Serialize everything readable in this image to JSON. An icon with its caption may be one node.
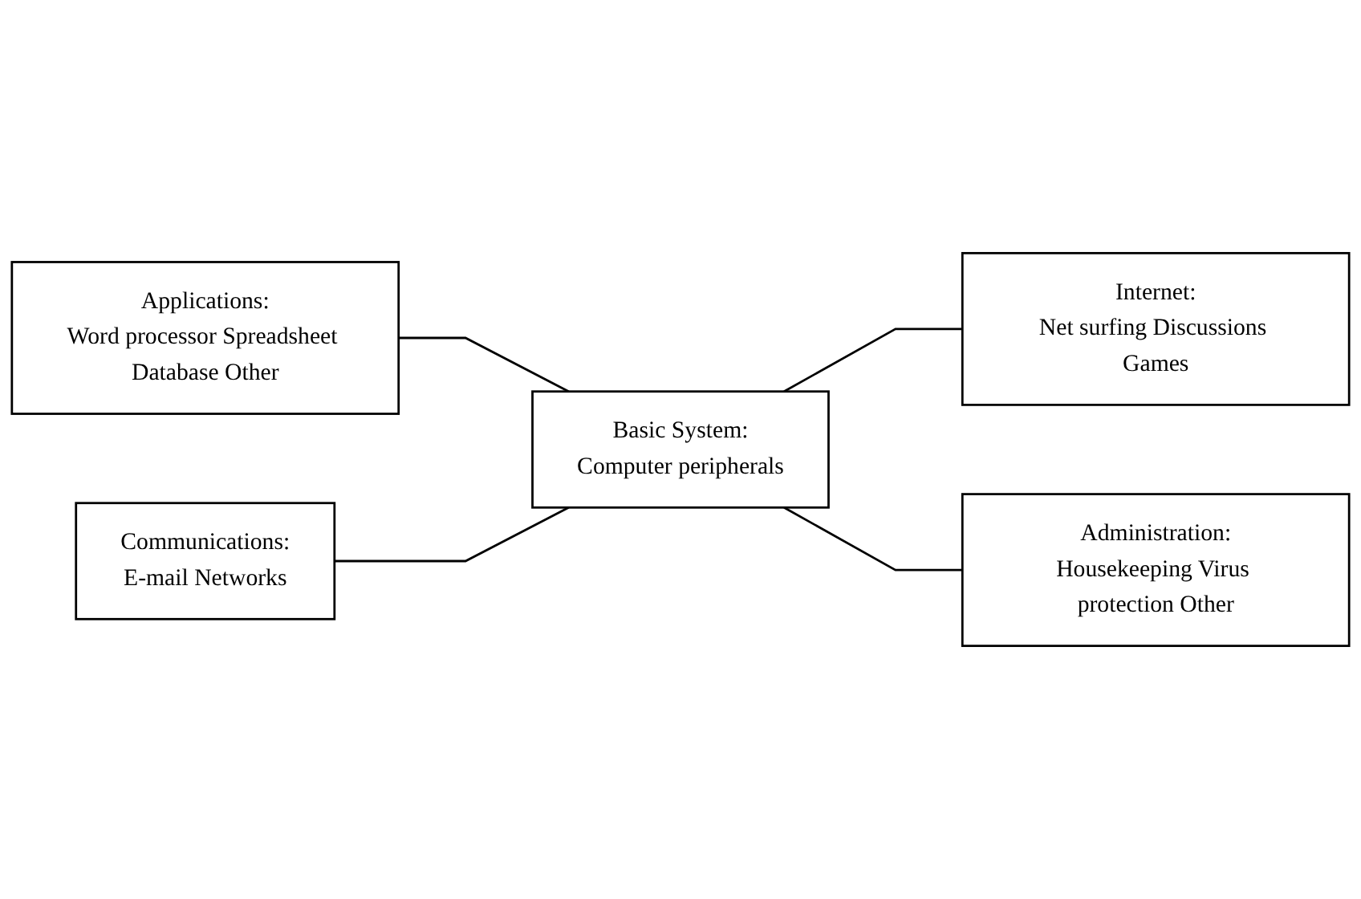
{
  "diagram": {
    "nodes": [
      {
        "text": [
          "Applications:",
          "Word processor Spreadsheet Database Other"
        ]
      },
      {
        "text": [
          "Internet:",
          "Net surfing Discussions Games"
        ]
      },
      {
        "text": [
          "Basic System:",
          "Computer peripherals"
        ]
      },
      {
        "text": [
          "Communications:",
          "E-mail Networks"
        ]
      },
      {
        "text": [
          "Administration:",
          "Housekeeping Virus protection Other"
        ]
      }
    ],
    "edges": [
      {
        "from": 0,
        "to": 2,
        "arrow": "none"
      },
      {
        "from": 2,
        "to": 1,
        "arrow": "none"
      },
      {
        "from": 3,
        "to": 2,
        "arrow": "none"
      },
      {
        "from": 2,
        "to": 4,
        "arrow": "none"
      }
    ]
  }
}
